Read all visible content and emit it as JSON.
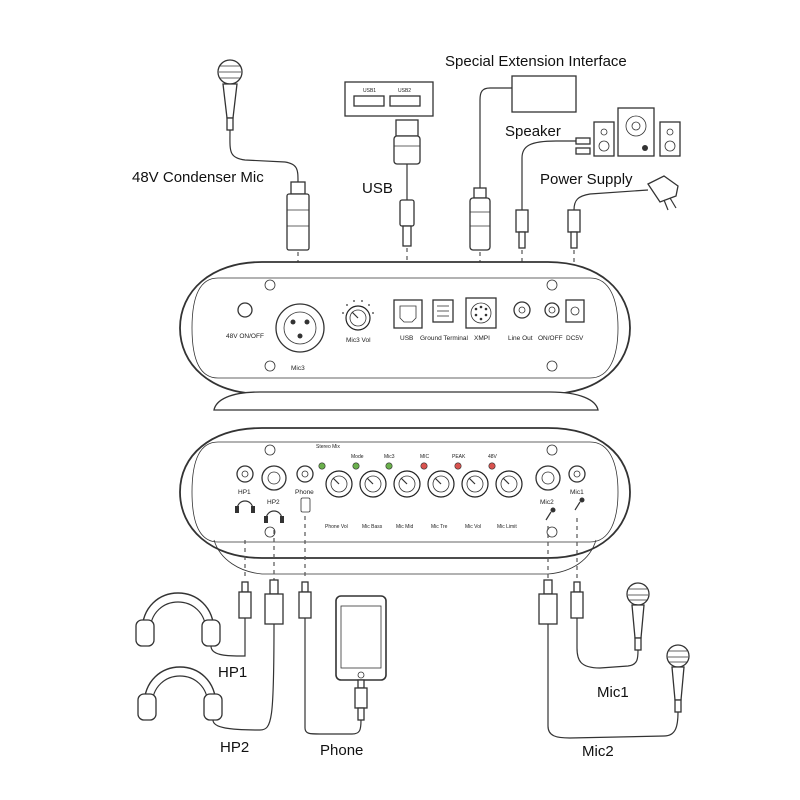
{
  "labels": {
    "condenser_mic": "48V Condenser Mic",
    "usb": "USB",
    "special_ext": "Special Extension Interface",
    "speaker": "Speaker",
    "power_supply": "Power Supply",
    "hp1": "HP1",
    "hp2": "HP2",
    "phone": "Phone",
    "mic1": "Mic1",
    "mic2": "Mic2"
  },
  "usb_ports": [
    "USB1",
    "USB2"
  ],
  "back_panel": {
    "v48_onoff": "48V ON/OFF",
    "mic3": "Mic3",
    "mic3_vol": "Mic3 Vol",
    "usb": "USB",
    "ground": "Ground Terminal",
    "xmpi": "XMPI",
    "line_out": "Line Out",
    "onoff": "ON/OFF",
    "dc5v": "DC5V"
  },
  "front_panel": {
    "indicators": [
      "Stereo Mix",
      "Mode",
      "Mic3",
      "MIC",
      "PEAK",
      "48V"
    ],
    "knobs": [
      "Phone Vol",
      "Mic Bass",
      "Mic Mid",
      "Mic Tre",
      "Mic Vol",
      "Mic Limit"
    ],
    "hp1": "HP1",
    "hp2": "HP2",
    "phone": "Phone",
    "mic2": "Mic2",
    "mic1": "Mic1"
  },
  "colors": {
    "led_green": "#6ab04c",
    "led_red": "#d9534f",
    "line": "#333333"
  }
}
